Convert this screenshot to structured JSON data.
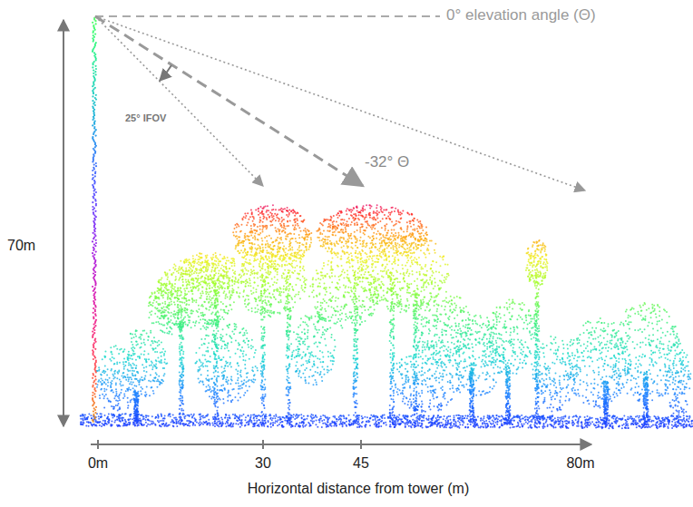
{
  "diagram": {
    "labels": [
      "0° elevation angle (Θ)",
      "25° IFOV",
      "-32° Θ",
      "70m",
      "0m",
      "30",
      "45",
      "80m",
      "Horizontal distance from tower (m)"
    ]
  }
}
